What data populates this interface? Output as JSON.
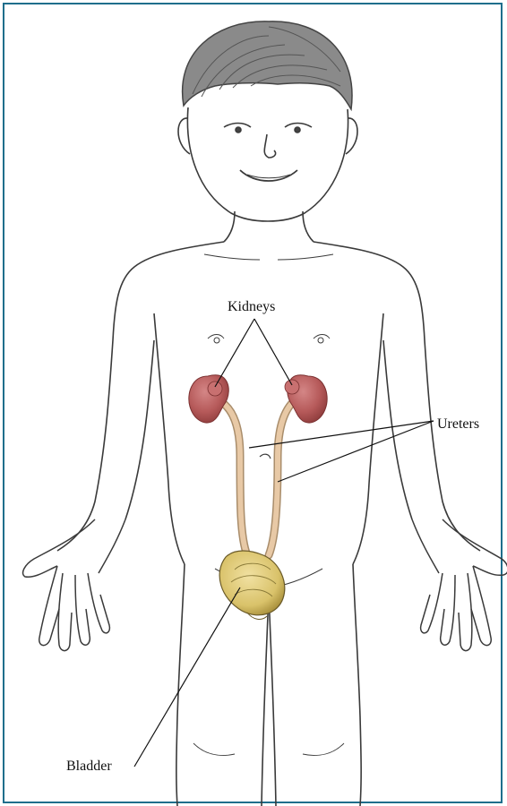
{
  "labels": {
    "kidneys": "Kidneys",
    "ureters": "Ureters",
    "bladder": "Bladder"
  },
  "colors": {
    "frame": "#1f6e8c",
    "organ_fill": "#b65a5a",
    "organ_shade": "#8e3c3c",
    "ureter": "#e8c9a6",
    "bladder": "#d9c26a",
    "line_art": "#3a3a3a",
    "hair": "#6a6a6a"
  }
}
